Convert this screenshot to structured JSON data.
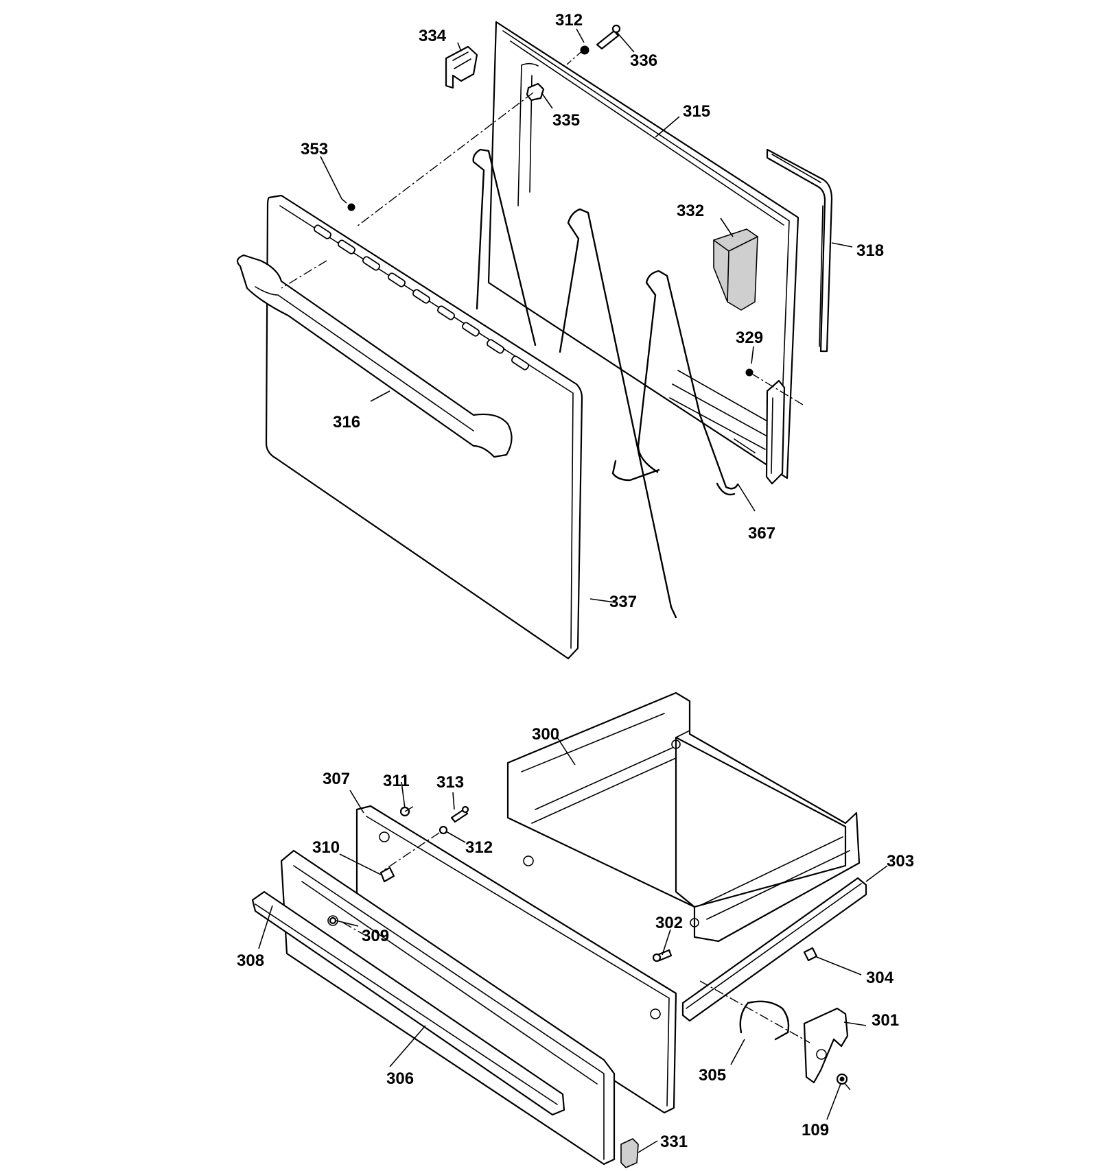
{
  "labels": {
    "p300": "300",
    "p301": "301",
    "p302": "302",
    "p303": "303",
    "p304": "304",
    "p305": "305",
    "p306": "306",
    "p307": "307",
    "p308": "308",
    "p309": "309",
    "p310": "310",
    "p311": "311",
    "p312_top": "312",
    "p312_bottom": "312",
    "p313": "313",
    "p315": "315",
    "p316": "316",
    "p318": "318",
    "p329": "329",
    "p331": "331",
    "p332": "332",
    "p334": "334",
    "p335": "335",
    "p336": "336",
    "p337": "337",
    "p353": "353",
    "p367": "367",
    "p109": "109"
  }
}
